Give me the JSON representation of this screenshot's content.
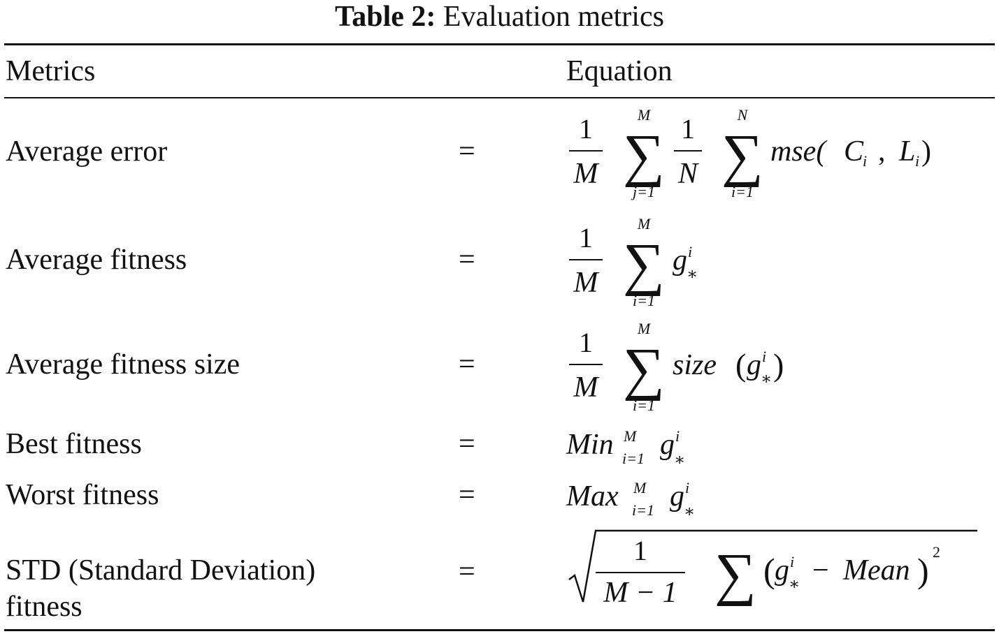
{
  "caption": {
    "label": "Table 2:",
    "text": "Evaluation metrics"
  },
  "header": {
    "metrics": "Metrics",
    "equation": "Equation"
  },
  "rows": [
    {
      "metric": "Average error",
      "eq": "="
    },
    {
      "metric": "Average fitness",
      "eq": "="
    },
    {
      "metric": "Average fitness size",
      "eq": "="
    },
    {
      "metric": "Best fitness",
      "eq": "="
    },
    {
      "metric": "Worst fitness",
      "eq": "="
    },
    {
      "metric": "STD (Standard Deviation)",
      "metric2": "fitness",
      "eq": "="
    }
  ],
  "formulas": {
    "avg_error": {
      "one": "1",
      "M": "M",
      "sum": "∑",
      "sum_upper": "M",
      "sum_lower": "j=1",
      "N": "N",
      "sum2_upper": "N",
      "sum2_lower": "i=1",
      "func": "mse(",
      "C": "C",
      "sub_i": "i",
      "comma": ",",
      "L": "L",
      "close": ")"
    },
    "avg_fitness": {
      "one": "1",
      "M": "M",
      "sum": "∑",
      "sum_upper": "M",
      "sum_lower": "i=1",
      "g": "g",
      "sup_i": "i",
      "sub_star": "∗"
    },
    "avg_fitness_size": {
      "one": "1",
      "M": "M",
      "sum": "∑",
      "sum_upper": "M",
      "sum_lower": "i=1",
      "size": "size",
      "open": "(",
      "g": "g",
      "sup_i": "i",
      "sub_star": "∗",
      "close": ")"
    },
    "best_fitness": {
      "op": "Min",
      "sup": "M",
      "sub": "i=1",
      "g": "g",
      "sup_i": "i",
      "sub_star": "∗"
    },
    "worst_fitness": {
      "op": "Max",
      "sup": "M",
      "sub": "i=1",
      "g": "g",
      "sup_i": "i",
      "sub_star": "∗"
    },
    "std_fitness": {
      "one": "1",
      "denom": "M − 1",
      "sum": "∑",
      "open": "(",
      "g": "g",
      "sup_i": "i",
      "sub_star": "∗",
      "minus": "−",
      "mean": "Mean",
      "close": ")",
      "pow": "2"
    }
  }
}
